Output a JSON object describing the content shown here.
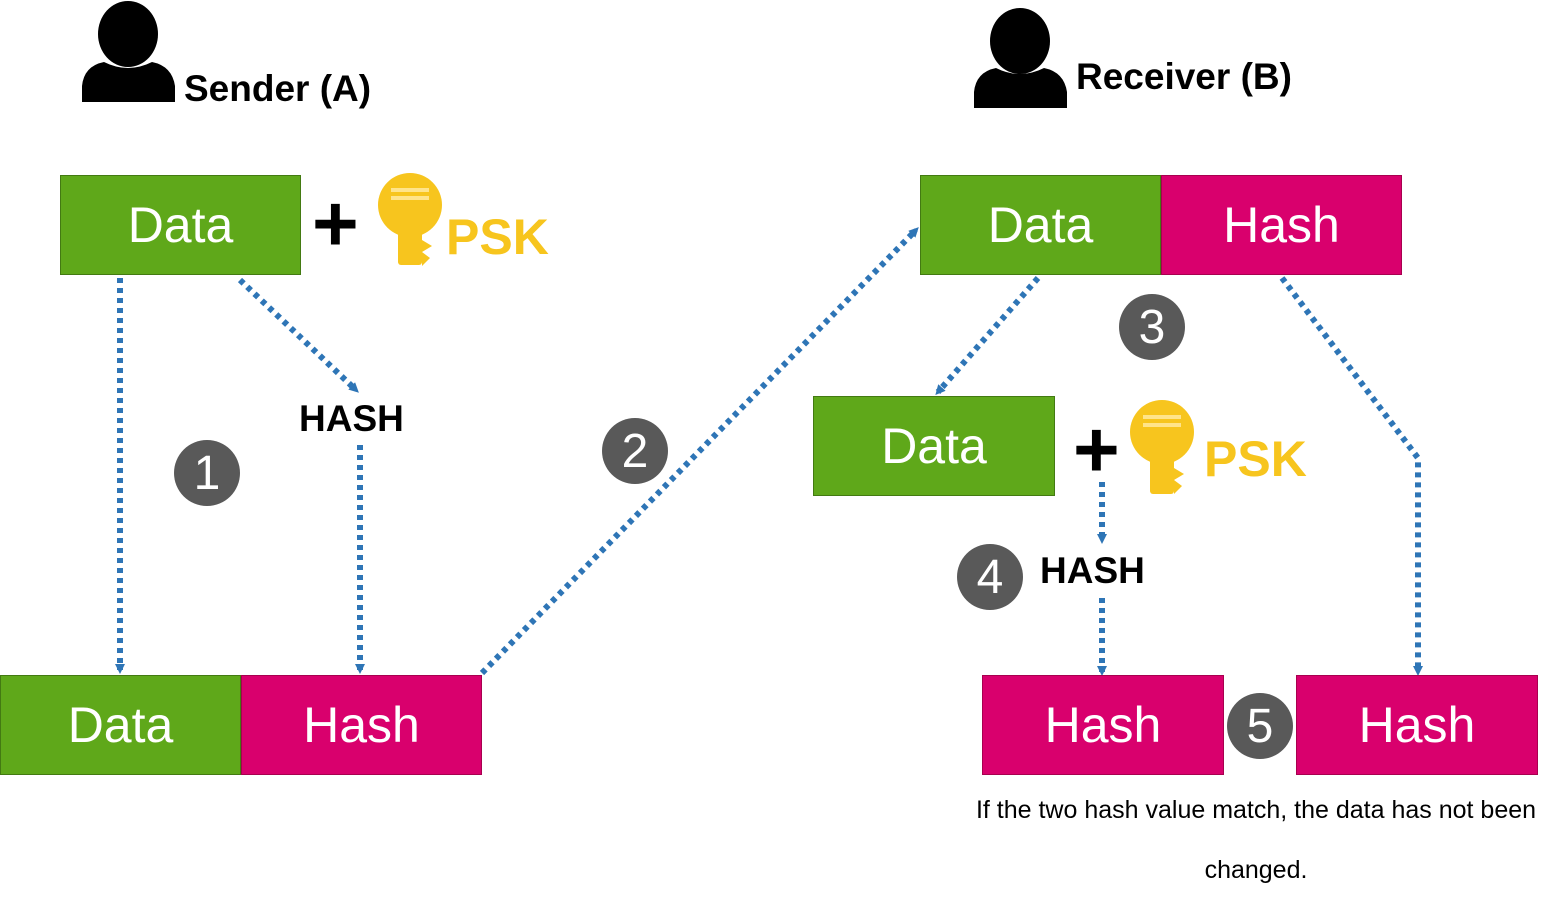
{
  "actors": {
    "sender": "Sender (A)",
    "receiver": "Receiver (B)"
  },
  "sender_side": {
    "data": "Data",
    "psk": "PSK",
    "hash_label": "HASH",
    "out_data": "Data",
    "out_hash": "Hash"
  },
  "receiver_side": {
    "in_data": "Data",
    "in_hash": "Hash",
    "data": "Data",
    "psk": "PSK",
    "hash_label": "HASH",
    "computed_hash": "Hash",
    "received_hash": "Hash"
  },
  "steps": [
    "1",
    "2",
    "3",
    "4",
    "5"
  ],
  "note": "If the two hash value match, the data has not been changed.",
  "colors": {
    "data": "#5fa81a",
    "hash": "#d9006d",
    "psk": "#f7c51e",
    "arrow": "#2e75b6",
    "step": "#595959"
  }
}
